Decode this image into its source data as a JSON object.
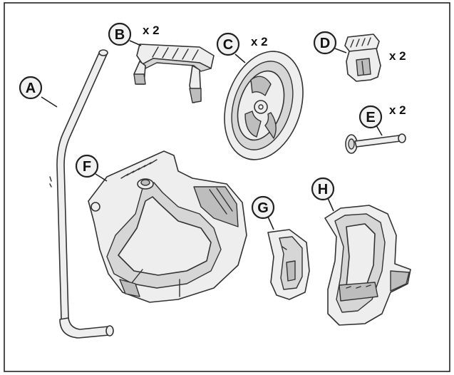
{
  "parts": [
    {
      "id": "A",
      "letter": "A",
      "qty": ""
    },
    {
      "id": "B",
      "letter": "B",
      "qty": "x 2"
    },
    {
      "id": "C",
      "letter": "C",
      "qty": "x 2"
    },
    {
      "id": "D",
      "letter": "D",
      "qty": "x 2"
    },
    {
      "id": "E",
      "letter": "E",
      "qty": "x 2"
    },
    {
      "id": "F",
      "letter": "F",
      "qty": ""
    },
    {
      "id": "G",
      "letter": "G",
      "qty": ""
    },
    {
      "id": "H",
      "letter": "H",
      "qty": ""
    }
  ],
  "colors": {
    "border": "#222222",
    "fill": "#eeeeee",
    "shade": "#bdbdbd"
  }
}
